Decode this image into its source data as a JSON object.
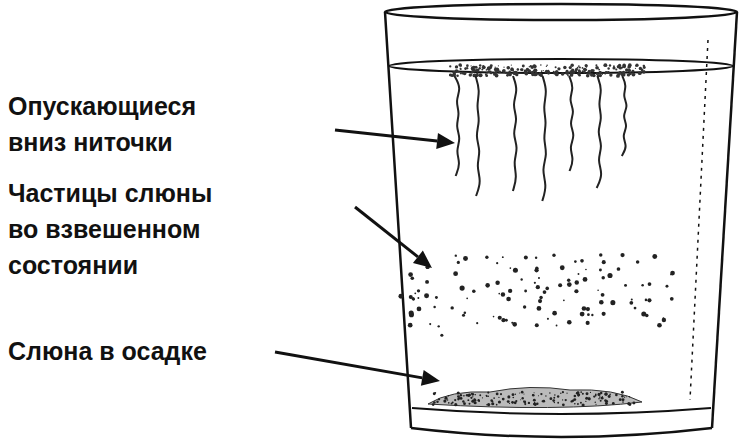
{
  "diagram": {
    "labels": [
      "Опускающиеся вниз ниточки",
      "Частицы слюны во взвешенном состоянии",
      "Слюна в осадке"
    ]
  }
}
